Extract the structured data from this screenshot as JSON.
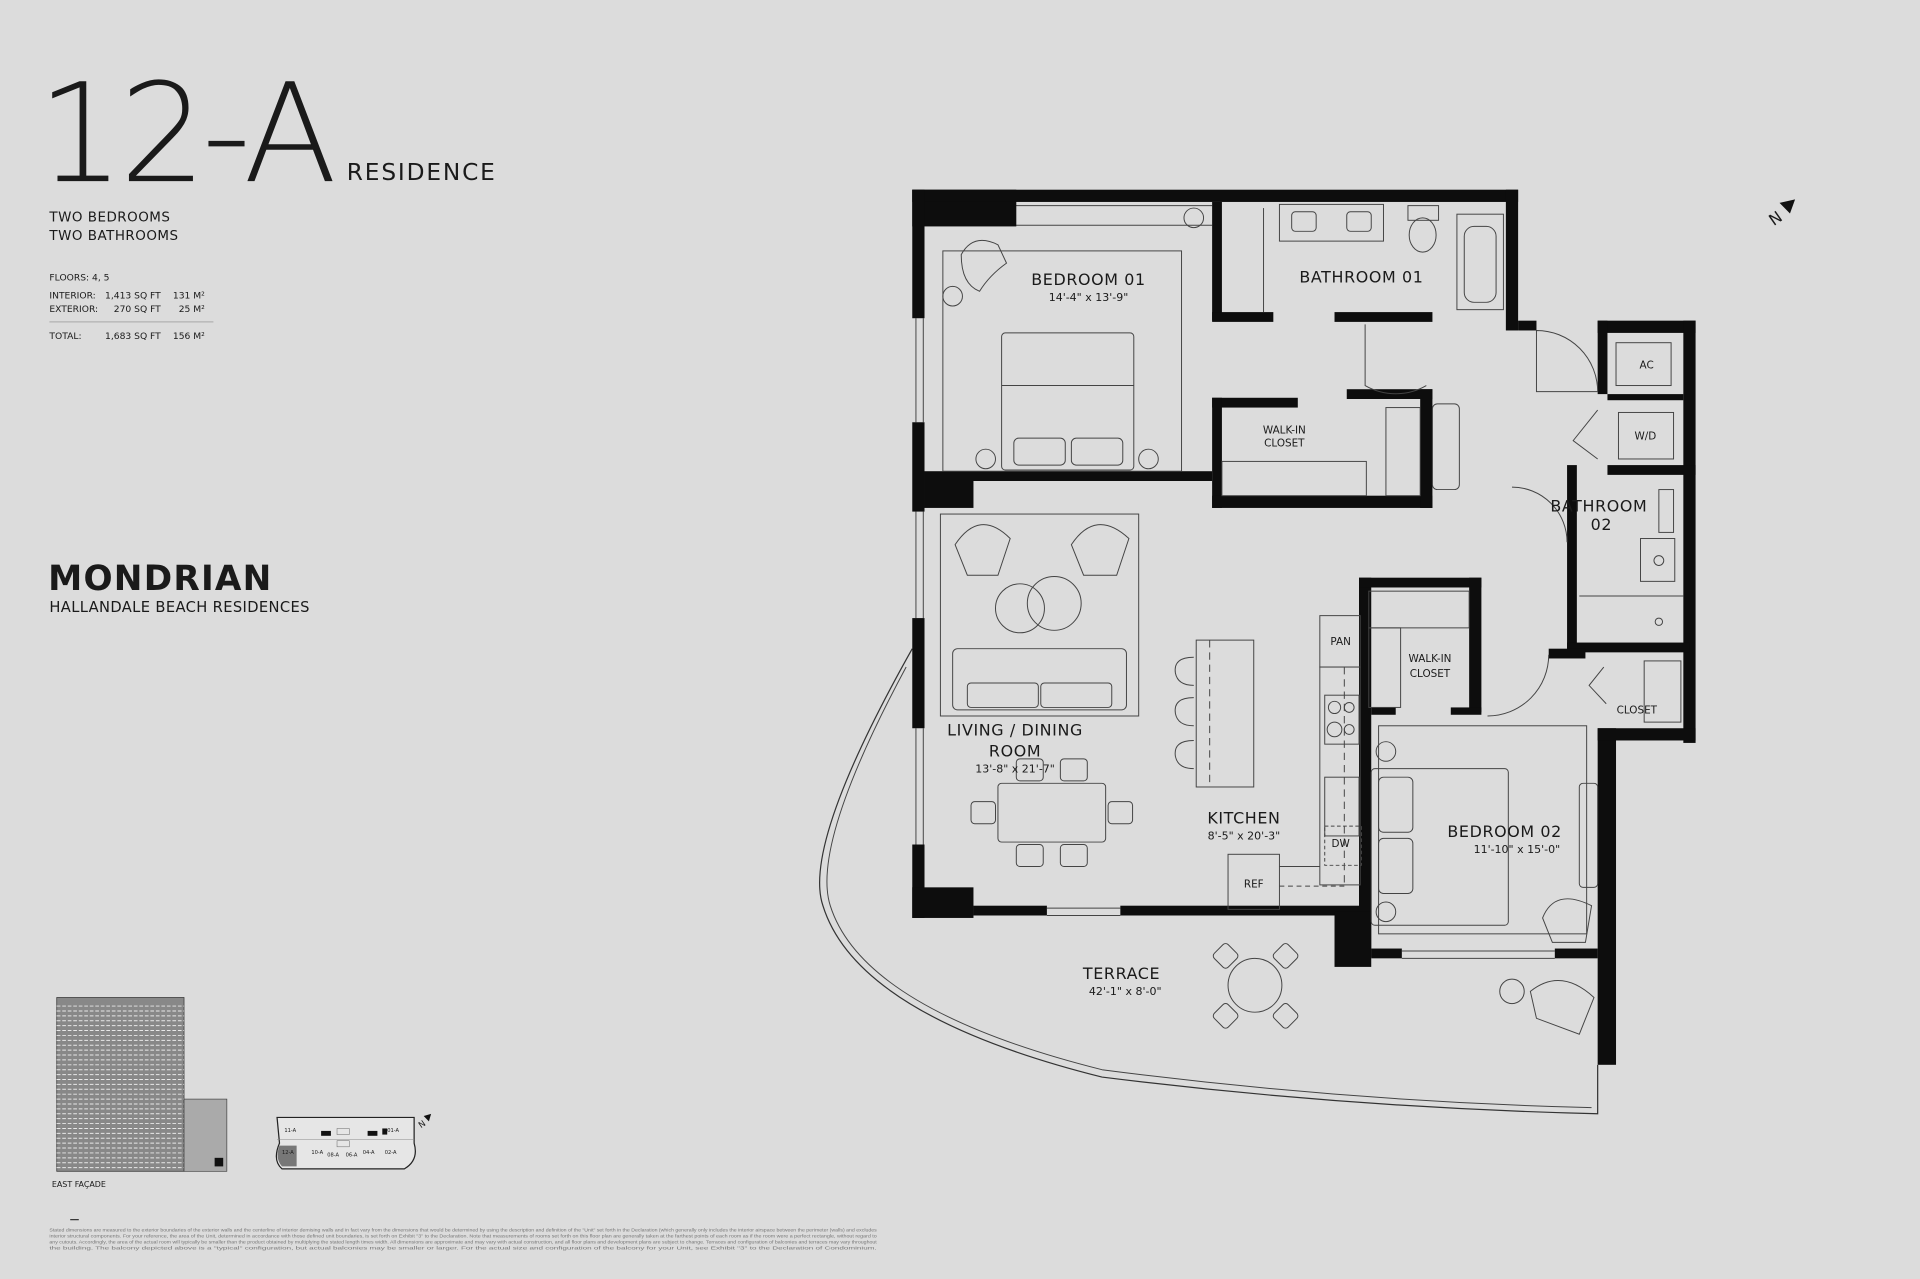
{
  "header": {
    "unit": "12-A",
    "residence_label": "RESIDENCE",
    "bedrooms": "TWO BEDROOMS",
    "bathrooms": "TWO BATHROOMS",
    "floors": "FLOORS: 4, 5",
    "areas": [
      {
        "label": "INTERIOR:",
        "sqft": "1,413 SQ FT",
        "sqm": "131 M²"
      },
      {
        "label": "EXTERIOR:",
        "sqft": "270 SQ FT",
        "sqm": "25 M²"
      },
      {
        "label": "TOTAL:",
        "sqft": "1,683 SQ FT",
        "sqm": "156 M²"
      }
    ]
  },
  "brand": {
    "name": "MONDRIAN",
    "subtitle": "HALLANDALE BEACH RESIDENCES"
  },
  "plan": {
    "north": "N",
    "rooms": {
      "bedroom1": {
        "name": "BEDROOM 01",
        "dim": "14'-4\" x 13'-9\""
      },
      "bathroom1": {
        "name": "BATHROOM 01"
      },
      "walkin1": {
        "line1": "WALK-IN",
        "line2": "CLOSET"
      },
      "ac": "AC",
      "wd": "W/D",
      "bathroom2": {
        "line1": "BATHROOM",
        "line2": "02"
      },
      "living": {
        "line1": "LIVING / DINING",
        "line2": "ROOM",
        "dim": "13'-8\" x 21'-7\""
      },
      "pan": "PAN",
      "walkin2": {
        "line1": "WALK-IN",
        "line2": "CLOSET"
      },
      "closet": "CLOSET",
      "kitchen": {
        "name": "KITCHEN",
        "dim": "8'-5\" x 20'-3\""
      },
      "dw": "DW",
      "ref": "REF",
      "bedroom2": {
        "name": "BEDROOM 02",
        "dim": "11'-10\" x 15'-0\""
      },
      "terrace": {
        "name": "TERRACE",
        "dim": "42'-1\" x 8'-0\""
      }
    }
  },
  "elevation": {
    "caption": "EAST FAÇADE"
  },
  "keyplan": {
    "north": "N",
    "units": [
      "11-A",
      "01-A",
      "12-A",
      "10-A",
      "08-A",
      "06-A",
      "04-A",
      "02-A"
    ],
    "highlight": "12-A"
  },
  "disclaimer": [
    "Stated dimensions are measured to the exterior boundaries of the exterior walls and the centerline of interior demising walls and in fact vary from the dimensions that would be determined by using the description and definition of the \"Unit\" set forth in the Declaration (which generally only includes the interior airspace between the perimeter (walls) and excludes",
    "interior structural components. For your reference, the area of the Unit, determined in accordance with those defined unit boundaries, is set forth on Exhibit \"3\" to the Declaration. Note that measurements of rooms set forth on this floor plan are generally taken at the farthest points of each room as if the room were a perfect rectangle, without regard to",
    "any cutouts. Accordingly, the area of the actual room will typically be smaller than the product obtained by multiplying the stated length times width. All dimensions are approximate and may vary with actual construction, and all floor plans and development plans are subject to change. Terraces and configuration of balconies and terraces may vary throughout",
    "the building. The balcony depicted above is a \"typical\" configuration, but actual balconies may be smaller or larger. For the actual size and configuration of the balcony for your Unit, see Exhibit \"3\" to the Declaration of Condominium."
  ]
}
